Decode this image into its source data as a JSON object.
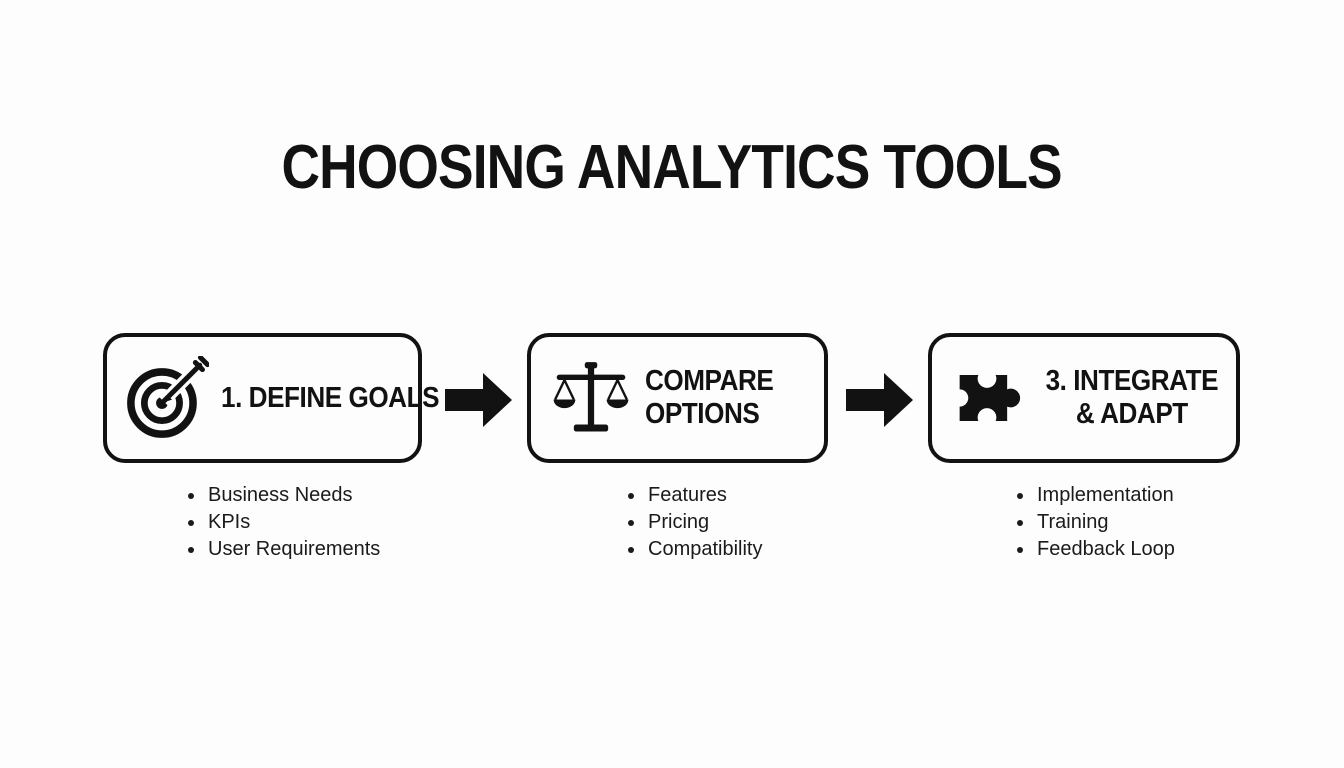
{
  "title": "CHOOSING ANALYTICS TOOLS",
  "colors": {
    "ink": "#121212",
    "background": "#fdfdfd"
  },
  "steps": [
    {
      "icon": "target-arrow-icon",
      "label_line1": "1. DEFINE GOALS",
      "label_line2": "",
      "items": [
        "Business Needs",
        "KPIs",
        "User Requirements"
      ]
    },
    {
      "icon": "balance-scale-icon",
      "label_line1": "COMPARE",
      "label_line2": "OPTIONS",
      "items": [
        "Features",
        "Pricing",
        "Compatibility"
      ]
    },
    {
      "icon": "puzzle-piece-icon",
      "label_line1": "3. INTEGRATE",
      "label_line2": "& ADAPT",
      "items": [
        "Implementation",
        "Training",
        "Feedback Loop"
      ]
    }
  ]
}
